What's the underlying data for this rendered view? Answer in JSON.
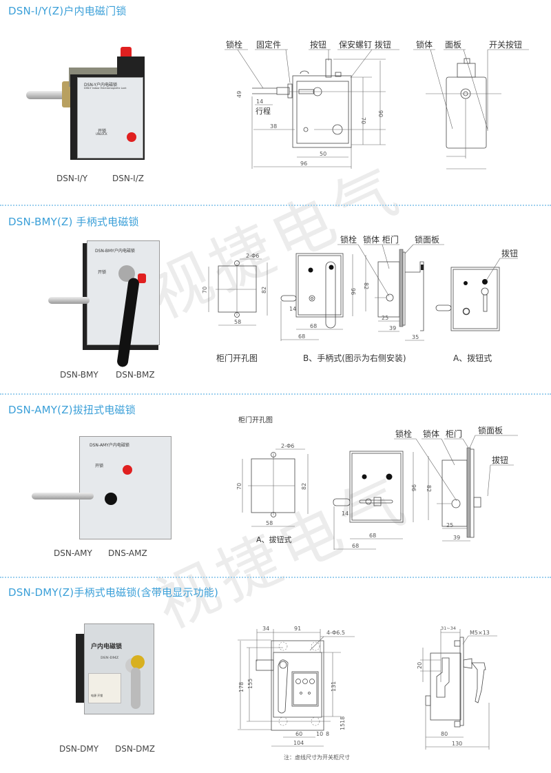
{
  "watermark": "视捷电气",
  "colors": {
    "accent": "#3a9fd8",
    "button_red": "#e02020"
  },
  "sections": [
    {
      "title": "DSN-Ⅰ/Y(Z)户内电磁门锁",
      "models": [
        "DSN-Ⅰ/Y",
        "DSN-Ⅰ/Z"
      ],
      "photo_label": "DSN-Y户内电磁锁",
      "photo_sublabel": "DSN-Y Indoor Electromagnetic Lock",
      "photo_unlock": "开锁",
      "photo_unlock_en": "UNLOCK",
      "labels": {
        "bolt": "锁栓",
        "fixture": "固定件",
        "button": "按钮",
        "safety_screw": "保安螺钉 拨钮",
        "body": "锁体",
        "panel": "面板",
        "switch_button": "开关按钮",
        "stroke": "行程"
      },
      "dims": {
        "d49": "49",
        "d14": "14",
        "d38": "38",
        "d50": "50",
        "d96": "96",
        "d70": "70",
        "d90": "90"
      }
    },
    {
      "title": "DSN-BMY(Z) 手柄式电磁锁",
      "models": [
        "DSN-BMY",
        "DSN-BMZ"
      ],
      "photo_label": "DSN-BMY户内电磁锁",
      "photo_unlock": "开锁",
      "labels": {
        "bolt": "锁栓",
        "body_door": "锁体 柜门",
        "lock_panel": "锁面板",
        "knob": "拨钮",
        "hole": "2-Φ6"
      },
      "captions": [
        "柜门开孔图",
        "B、手柄式(图示为右侧安装)",
        "A、拨钮式"
      ],
      "dims": {
        "d70": "70",
        "d82": "82",
        "d58": "58",
        "d96": "96",
        "d68a": "68",
        "d68b": "68",
        "d14": "14",
        "d82s": "82",
        "d25": "25",
        "d39": "39",
        "d35": "35"
      }
    },
    {
      "title": "DSN-AMY(Z)拔扭式电磁锁",
      "models": [
        "DSN-AMY",
        "DNS-AMZ"
      ],
      "photo_label": "DSN-AMY户内电磁锁",
      "photo_unlock": "开锁",
      "labels": {
        "cutout": "柜门开孔图",
        "hole": "2-Φ6",
        "caption": "A、拔钮式",
        "bolt": "锁栓",
        "body": "锁体",
        "door": "柜门",
        "lock_panel": "锁面板",
        "knob": "拔钮"
      },
      "dims": {
        "d70": "70",
        "d82": "82",
        "d58": "58",
        "d96": "96",
        "d14": "14",
        "d68a": "68",
        "d68b": "68",
        "d82s": "82",
        "d25": "25",
        "d39": "39"
      }
    },
    {
      "title": "DSN-DMY(Z)手柄式电磁锁(含带电显示功能)",
      "models": [
        "DSN-DMY",
        "DSN-DMZ"
      ],
      "photo_label": "户内电磁锁",
      "photo_model": "DSN-DMZ",
      "photo_ind": "电源 开锁",
      "labels": {
        "holes": "4-Φ6.5",
        "screw": "M5×13",
        "note": "注：虚线尺寸为开关柜尺寸"
      },
      "dims": {
        "d34": "34",
        "d91": "91",
        "d178": "178",
        "d155": "155",
        "d131": "131",
        "d1518": "1518",
        "d60": "60",
        "d10": "10",
        "d8": "8",
        "d104": "104",
        "d3134": "31~34",
        "d20": "20",
        "d80": "80",
        "d130": "130"
      }
    }
  ]
}
